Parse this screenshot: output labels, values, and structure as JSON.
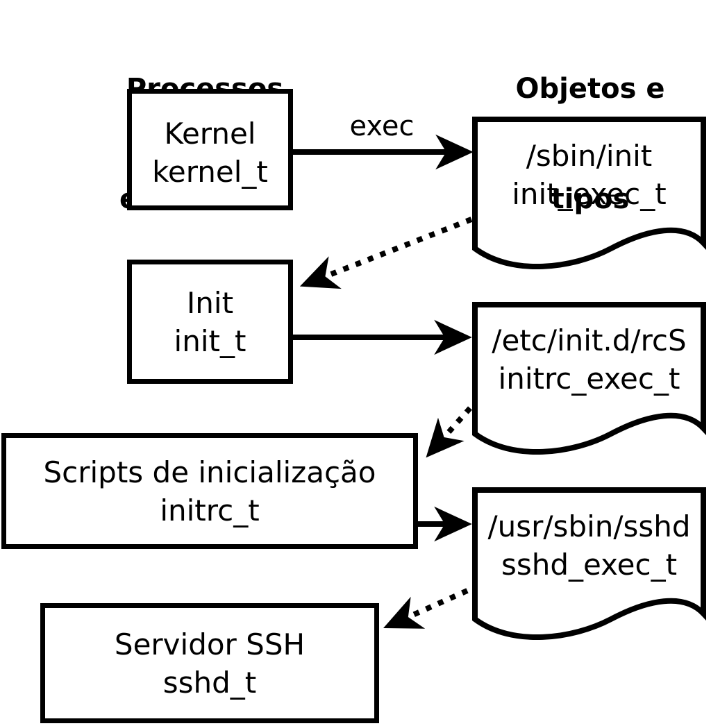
{
  "headers": {
    "processes": {
      "line1": "Processos",
      "line2": "e domínios"
    },
    "objects": {
      "line1": "Objetos e",
      "line2": "tipos"
    }
  },
  "process_boxes": [
    {
      "id": "kernel",
      "line1": "Kernel",
      "line2": "kernel_t"
    },
    {
      "id": "init",
      "line1": "Init",
      "line2": "init_t"
    },
    {
      "id": "initrc",
      "line1": "Scripts de inicialização",
      "line2": "initrc_t"
    },
    {
      "id": "sshd",
      "line1": "Servidor SSH",
      "line2": "sshd_t"
    }
  ],
  "object_docs": [
    {
      "id": "init-exec",
      "line1": "/sbin/init",
      "line2": "init_exec_t"
    },
    {
      "id": "initrc-exec",
      "line1": "/etc/init.d/rcS",
      "line2": "initrc_exec_t"
    },
    {
      "id": "sshd-exec",
      "line1": "/usr/sbin/sshd",
      "line2": "sshd_exec_t"
    }
  ],
  "edges": {
    "exec_label": "exec",
    "solid_arrows": [
      {
        "from": "kernel",
        "to": "init-exec",
        "label": "exec"
      },
      {
        "from": "init",
        "to": "initrc-exec",
        "label": ""
      },
      {
        "from": "initrc",
        "to": "sshd-exec",
        "label": ""
      }
    ],
    "dotted_arrows": [
      {
        "from": "init-exec",
        "to": "init"
      },
      {
        "from": "initrc-exec",
        "to": "initrc"
      },
      {
        "from": "sshd-exec",
        "to": "sshd"
      }
    ]
  },
  "colors": {
    "foreground": "#000000",
    "background": "#ffffff"
  }
}
